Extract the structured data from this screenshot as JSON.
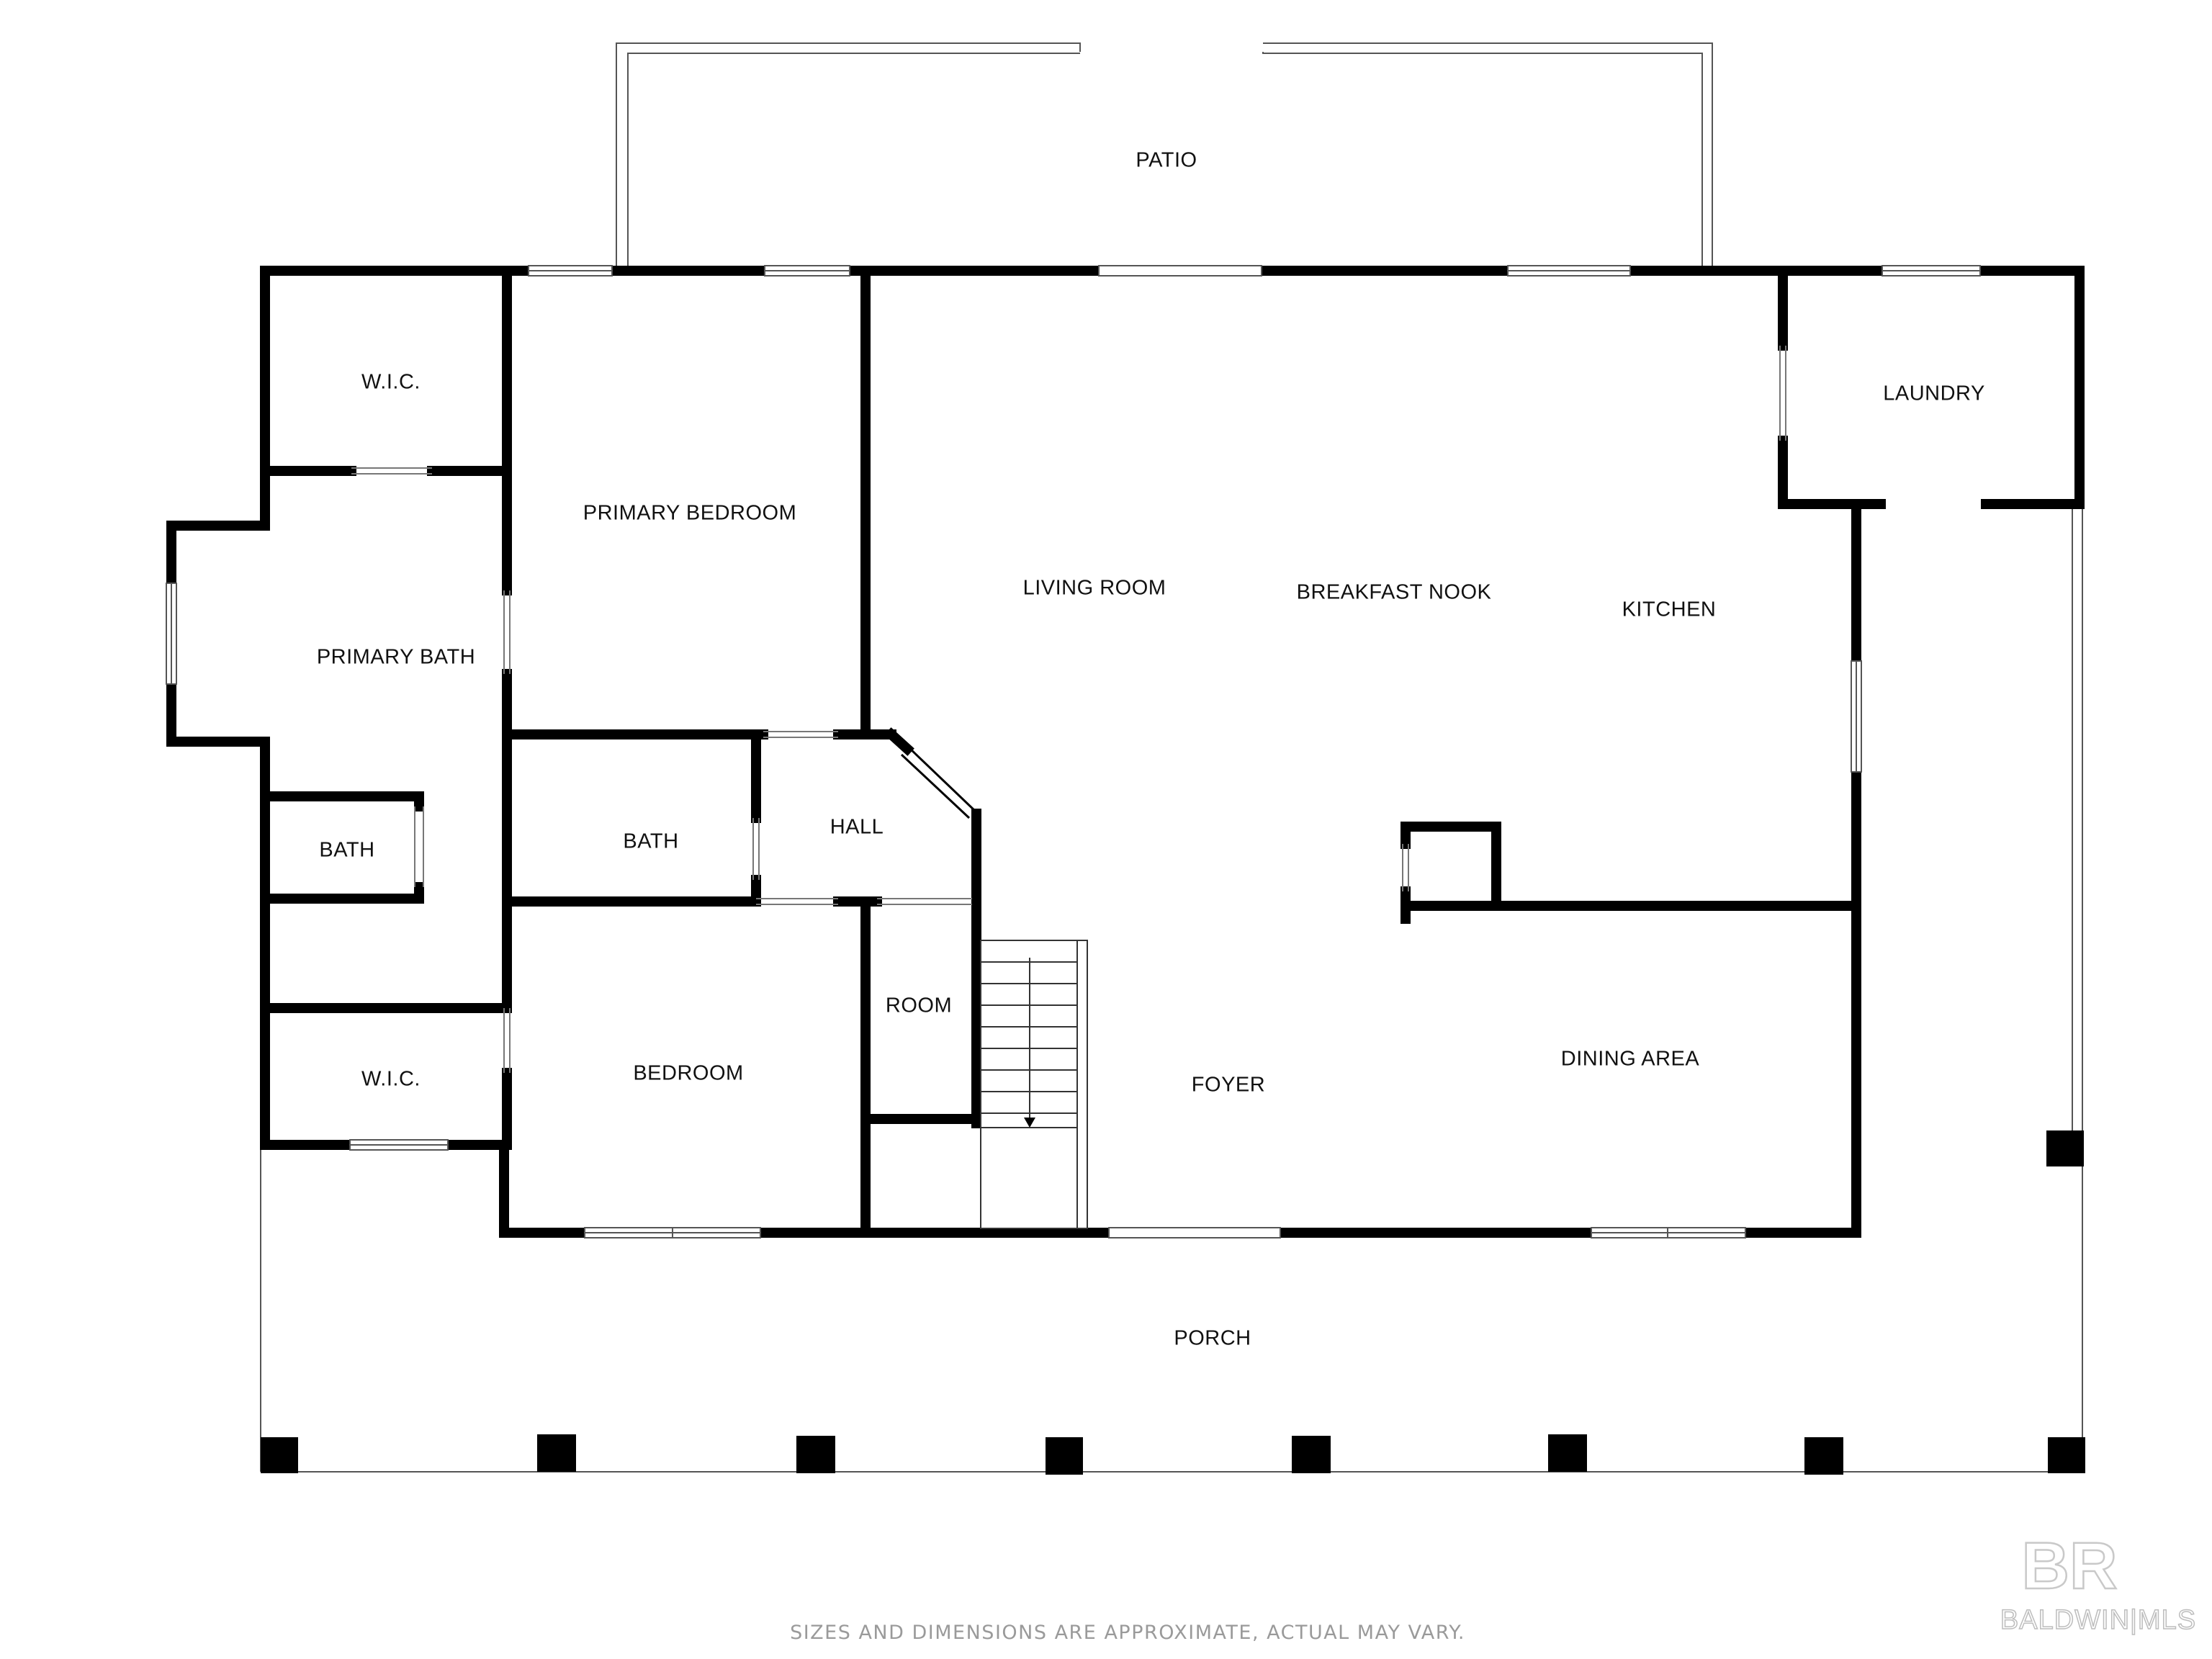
{
  "rooms": {
    "patio": "PATIO",
    "wic_upper": "W.I.C.",
    "primary_bedroom": "PRIMARY BEDROOM",
    "primary_bath": "PRIMARY BATH",
    "living_room": "LIVING ROOM",
    "breakfast_nook": "BREAKFAST NOOK",
    "kitchen": "KITCHEN",
    "laundry": "LAUNDRY",
    "bath_small": "BATH",
    "bath_hall": "BATH",
    "hall": "HALL",
    "room": "ROOM",
    "wic_lower": "W.I.C.",
    "bedroom": "BEDROOM",
    "foyer": "FOYER",
    "dining_area": "DINING AREA",
    "porch": "PORCH"
  },
  "footer": {
    "disclaimer": "SIZES AND DIMENSIONS ARE APPROXIMATE, ACTUAL MAY VARY."
  },
  "logo": {
    "mark": "BR",
    "text": "BALDWIN|MLS"
  },
  "colors": {
    "wall": "#000000",
    "thin_line": "#555555",
    "window_fill": "#ffffff",
    "label": "#111111",
    "disclaimer": "#9a9a9a",
    "logo": "#c4c4c4"
  }
}
